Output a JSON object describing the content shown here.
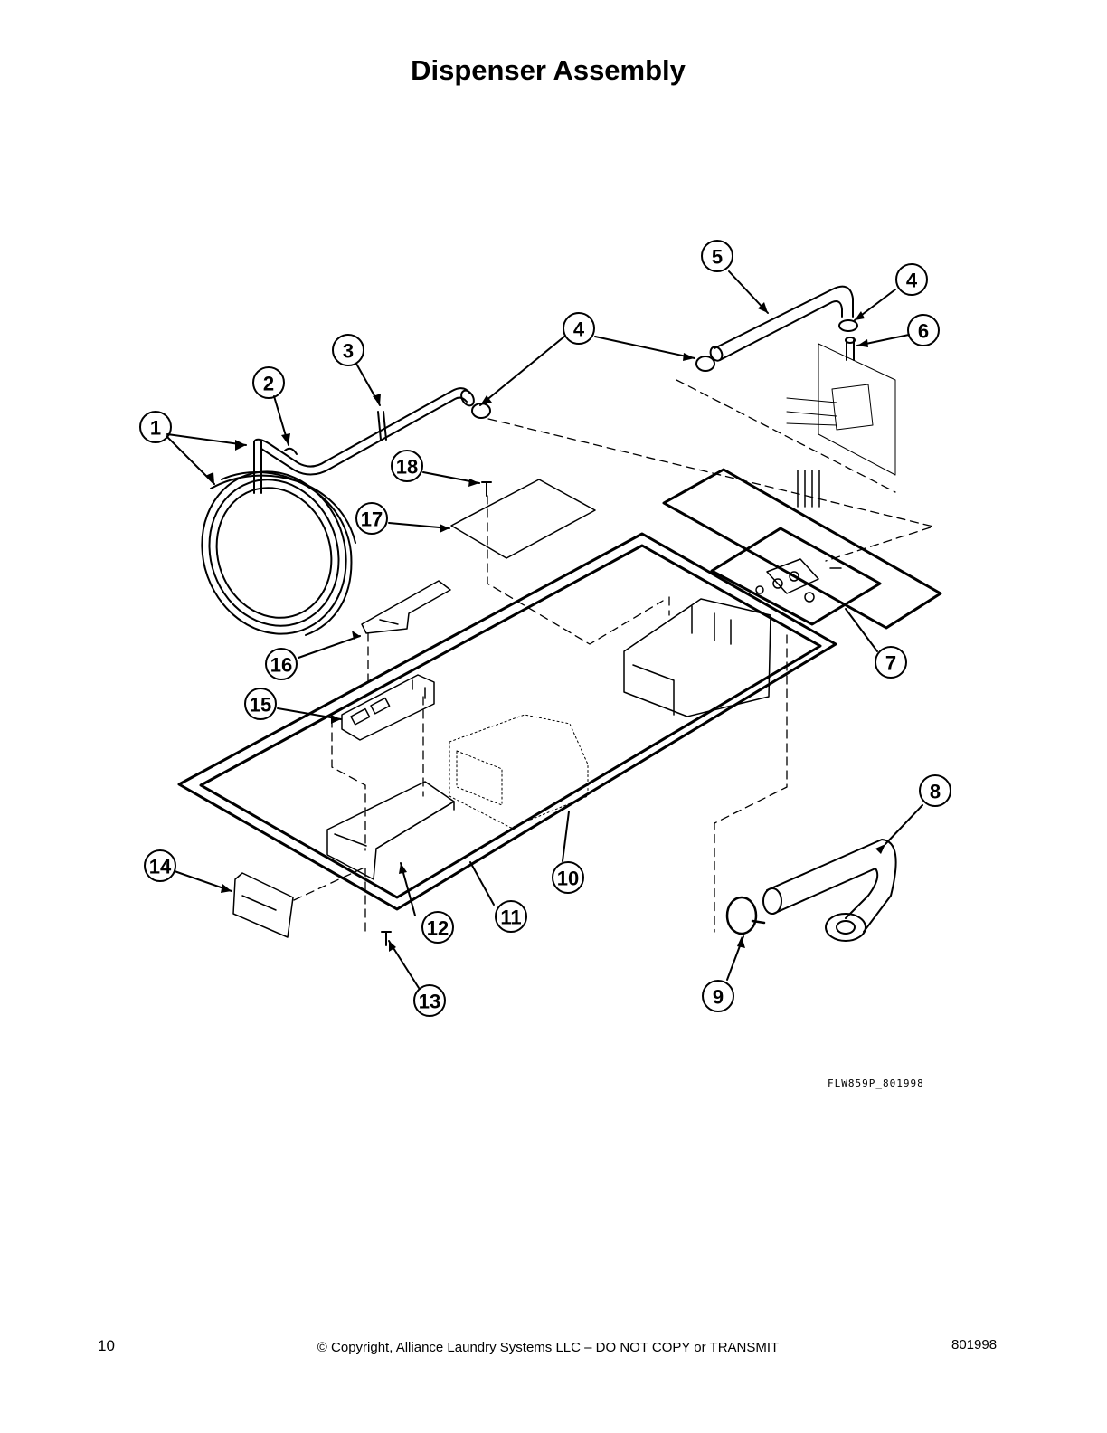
{
  "page": {
    "title": "Dispenser Assembly",
    "drawing_id": "FLW859P_801998",
    "page_number": "10",
    "copyright": "© Copyright, Alliance Laundry Systems LLC – DO NOT COPY or TRANSMIT",
    "doc_number": "801998"
  },
  "callouts": [
    "1",
    "2",
    "3",
    "4",
    "4",
    "5",
    "6",
    "7",
    "8",
    "9",
    "10",
    "11",
    "12",
    "13",
    "14",
    "15",
    "16",
    "17",
    "18"
  ]
}
